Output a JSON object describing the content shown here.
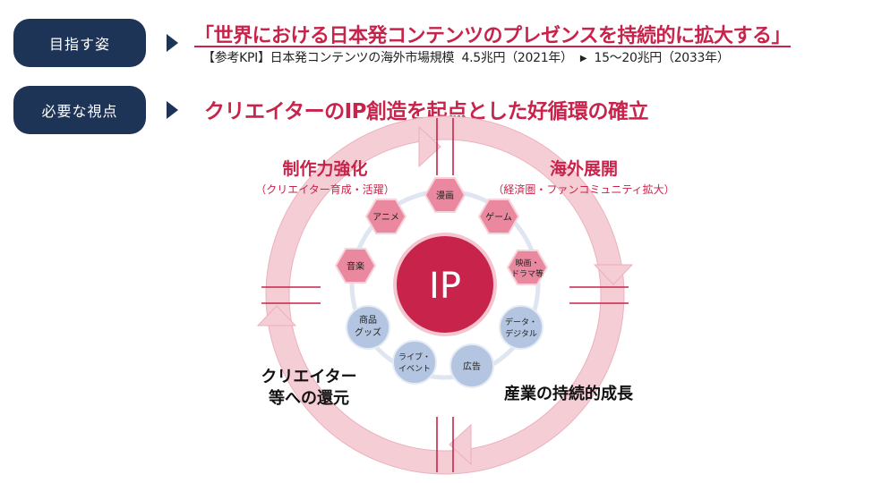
{
  "goal": {
    "label": "目指す姿",
    "headline": "「世界における日本発コンテンツのプレゼンスを持続的に拡大する」",
    "kpi_prefix": "【参考KPI】日本発コンテンツの海外市場規模",
    "kpi_value_2021": "4.5兆円（2021年）",
    "kpi_value_2033": "15～20兆円（2033年）"
  },
  "viewpoint": {
    "label": "必要な視点",
    "text": "クリエイターのIP創造を起点とした好循環の確立"
  },
  "cycle": {
    "top_left_title": "制作力強化",
    "top_left_sub": "（クリエイター育成・活躍）",
    "top_right_title": "海外展開",
    "top_right_sub": "（経済圏・ファンコミュニティ拡大）",
    "bottom_right": "産業の持続的成長",
    "bottom_left_line1": "クリエイター",
    "bottom_left_line2": "等への還元"
  },
  "ip": {
    "label": "IP",
    "content_nodes": [
      {
        "line1": "漫画",
        "line2": ""
      },
      {
        "line1": "ゲーム",
        "line2": ""
      },
      {
        "line1": "映画・",
        "line2": "ドラマ等"
      },
      {
        "line1": "アニメ",
        "line2": ""
      },
      {
        "line1": "音楽",
        "line2": ""
      }
    ],
    "business_nodes": [
      {
        "line1": "データ・",
        "line2": "デジタル"
      },
      {
        "line1": "広告",
        "line2": ""
      },
      {
        "line1": "ライブ・",
        "line2": "イベント"
      },
      {
        "line1": "商品",
        "line2": "グッズ"
      }
    ]
  },
  "colors": {
    "navy": "#1e3457",
    "accent_red": "#c8234a",
    "ring_pink": "#f5cdd5",
    "hex_pink": "#e9889e",
    "circle_blue": "#b3c5e0"
  }
}
